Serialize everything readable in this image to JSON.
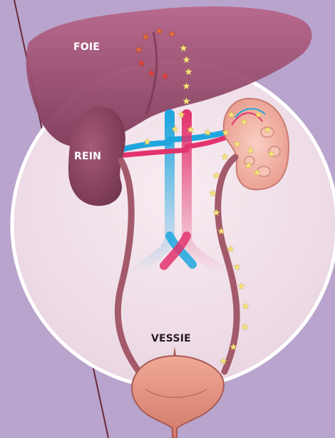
{
  "labels": {
    "liver": "FOIE",
    "kidney": "REIN",
    "bladder": "VESSIE"
  },
  "colors": {
    "background": "#b8a4cc",
    "circle_fill": "#f3e2ea",
    "circle_stroke": "#ffffff",
    "liver": "#9a4d6f",
    "kidney_left": "#8a4562",
    "kidney_right": "#f0b2a4",
    "vena_cava": "#1fa6de",
    "aorta": "#e2336d",
    "ureter": "#a35a6a",
    "bladder": "#e3927e",
    "star_yellow": "#f5e47a",
    "star_red": "#e8433d",
    "star_orange": "#e8703d"
  },
  "icons": {
    "star": "star-icon"
  }
}
